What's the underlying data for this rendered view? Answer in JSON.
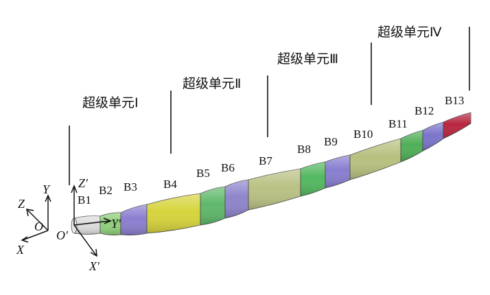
{
  "super_units": [
    {
      "label": "超级单元Ⅰ"
    },
    {
      "label": "超级单元Ⅱ"
    },
    {
      "label": "超级单元Ⅲ"
    },
    {
      "label": "超级单元Ⅳ"
    }
  ],
  "blades": [
    {
      "label": "B1",
      "color": "#dcdcdc"
    },
    {
      "label": "B2",
      "color": "#8fcf7a"
    },
    {
      "label": "B3",
      "color": "#8c7fd0"
    },
    {
      "label": "B4",
      "color": "#d6d43c"
    },
    {
      "label": "B5",
      "color": "#5fb86a"
    },
    {
      "label": "B6",
      "color": "#8e85cc"
    },
    {
      "label": "B7",
      "color": "#b9c183"
    },
    {
      "label": "B8",
      "color": "#53b860"
    },
    {
      "label": "B9",
      "color": "#877ed0"
    },
    {
      "label": "B10",
      "color": "#b8c07f"
    },
    {
      "label": "B11",
      "color": "#4fae57"
    },
    {
      "label": "B12",
      "color": "#7b74cb"
    },
    {
      "label": "B13",
      "color": "#b8263f"
    }
  ],
  "axes": {
    "global": {
      "x": "X",
      "y": "Y",
      "z": "Z",
      "origin": "O"
    },
    "local": {
      "x": "X′",
      "y": "Y′",
      "z": "Z′",
      "origin": "O′"
    }
  }
}
